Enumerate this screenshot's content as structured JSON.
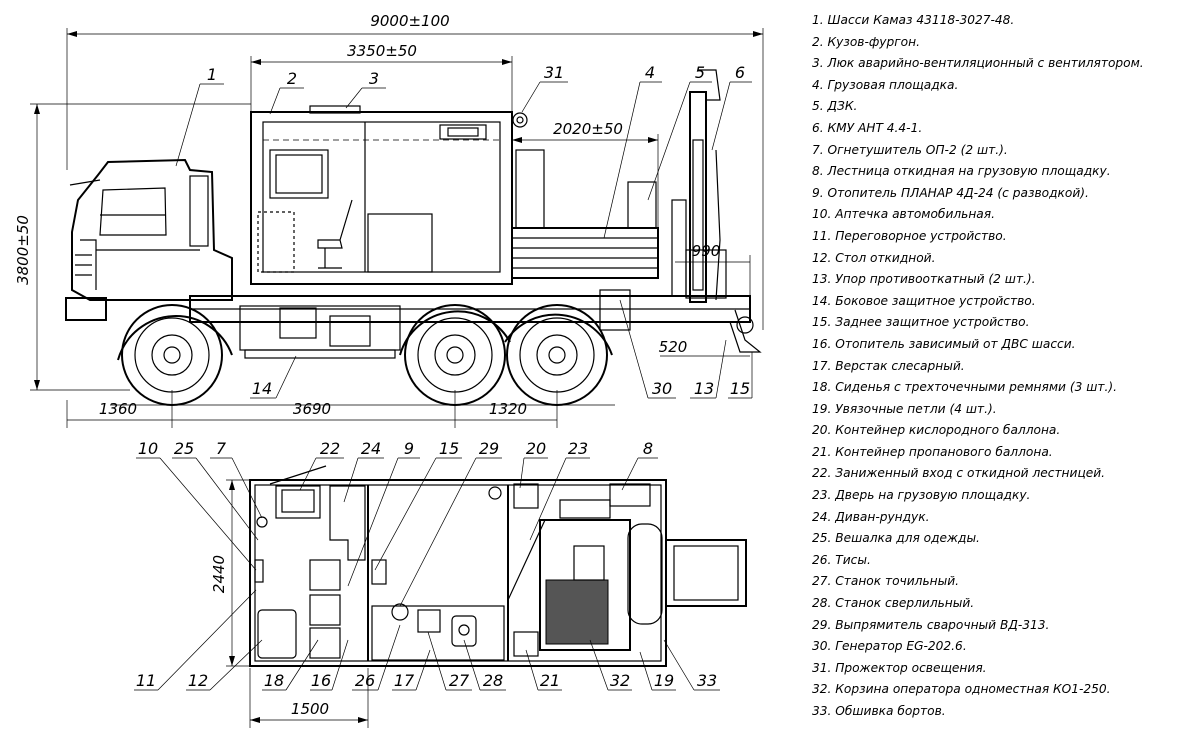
{
  "dimensions": {
    "overall_length": "9000±100",
    "body_length": "3350±50",
    "platform_length": "2020±50",
    "height": "3800±50",
    "crane_offset": "990",
    "rear_offset": "520",
    "front_overhang": "1360",
    "wheelbase": "3690",
    "axle_spacing": "1320",
    "body_width": "2440",
    "plan_length": "1500"
  },
  "callouts_side": [
    "1",
    "2",
    "3",
    "31",
    "4",
    "5",
    "6",
    "14",
    "30",
    "13",
    "15"
  ],
  "callouts_plan_top": [
    "10",
    "25",
    "7",
    "22",
    "24",
    "9",
    "15",
    "29",
    "20",
    "23",
    "8"
  ],
  "callouts_plan_bottom": [
    "11",
    "12",
    "18",
    "16",
    "26",
    "17",
    "27",
    "28",
    "21",
    "32",
    "19",
    "33"
  ],
  "legend": [
    "1. Шасси Камаз 43118-3027-48.",
    "2. Кузов-фургон.",
    "3. Люк аварийно-вентиляционный с вентилятором.",
    "4. Грузовая площадка.",
    "5. ДЗК.",
    "6. КМУ АНТ 4.4-1.",
    "7. Огнетушитель ОП-2 (2 шт.).",
    "8. Лестница откидная на грузовую площадку.",
    "9. Отопитель ПЛАНАР 4Д-24 (с разводкой).",
    "10. Аптечка автомобильная.",
    "11. Переговорное устройство.",
    "12. Стол откидной.",
    "13. Упор противооткатный (2 шт.).",
    "14. Боковое защитное устройство.",
    "15. Заднее защитное устройство.",
    "16. Отопитель зависимый от ДВС шасси.",
    "17. Верстак слесарный.",
    "18. Сиденья с трехточечными ремнями (3 шт.).",
    "19. Увязочные петли (4 шт.).",
    "20. Контейнер кислородного баллона.",
    "21. Контейнер пропанового баллона.",
    "22. Заниженный вход с откидной лестницей.",
    "23. Дверь на грузовую площадку.",
    "24. Диван-рундук.",
    "25. Вешалка для одежды.",
    "26. Тисы.",
    "27. Станок точильный.",
    "28. Станок сверлильный.",
    "29. Выпрямитель сварочный ВД-313.",
    "30. Генератор EG-202.6.",
    "31. Прожектор освещения.",
    "32. Корзина оператора одноместная КО1-250.",
    "33. Обшивка бортов."
  ]
}
